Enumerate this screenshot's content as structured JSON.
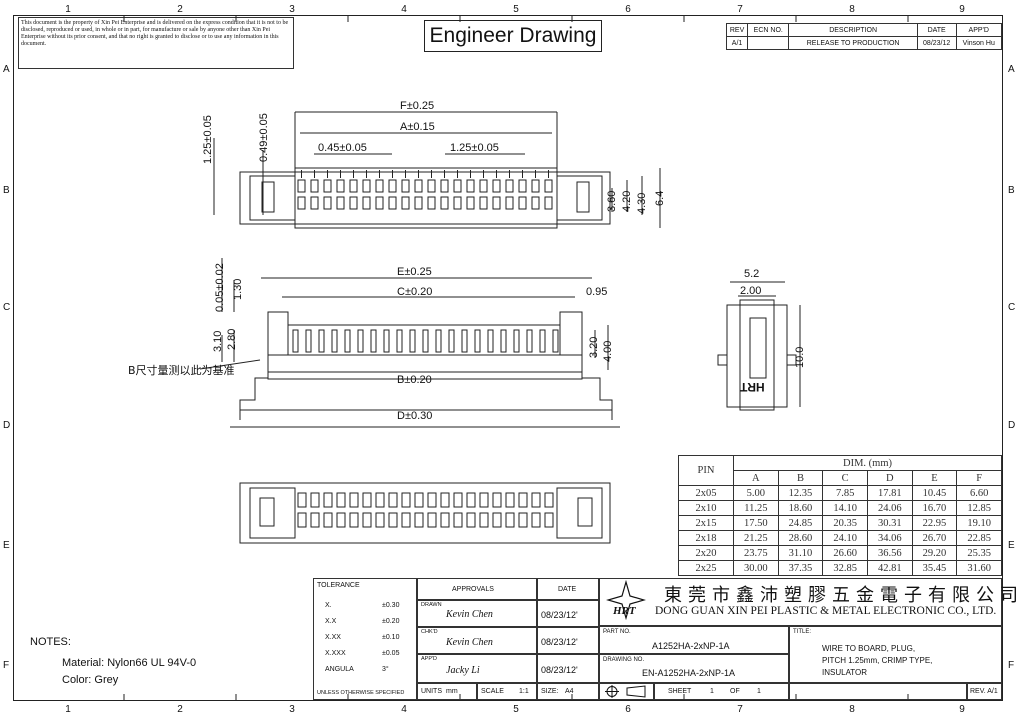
{
  "zones": {
    "top": [
      "1",
      "2",
      "3",
      "4",
      "5",
      "6",
      "7",
      "8",
      "9"
    ],
    "side": [
      "A",
      "B",
      "C",
      "D",
      "E",
      "F"
    ]
  },
  "disclaimer": "This document is the property of Xin Pei Enterprise and is delivered on the express condition that it is not to be disclosed, reproduced or used, in whole or in part, for manufacture or sale by anyone other than Xin Pei Enterprise without its prior consent, and that no right is granted to disclose or to use any information in this document.",
  "title": "Engineer Drawing",
  "revision_table": {
    "headers": [
      "REV",
      "ECN NO.",
      "DESCRIPTION",
      "DATE",
      "APP'D"
    ],
    "row": [
      "A/1",
      "",
      "RELEASE TO PRODUCTION",
      "08/23/12",
      "Vinson Hu"
    ]
  },
  "dims": {
    "top_view": [
      "F±0.25",
      "A±0.15",
      "0.45±0.05",
      "1.25±0.05",
      "1.25±0.05",
      "0.49±0.05",
      "3.60",
      "4.20",
      "4.30",
      "6.4"
    ],
    "front_view": [
      "0.05±0.02",
      "E±0.25",
      "C±0.20",
      "0.95",
      "1.30",
      "3.10",
      "2.80",
      "3.20",
      "4.00",
      "B±0.20",
      "D±0.30"
    ],
    "side_view": [
      "5.2",
      "2.00",
      "10.0"
    ],
    "datum_note": "B尺寸量测以此为基准",
    "side_mark": "HRT"
  },
  "dim_table": {
    "pin_header": "PIN",
    "dim_header": "DIM. (mm)",
    "columns": [
      "A",
      "B",
      "C",
      "D",
      "E",
      "F"
    ],
    "rows": [
      {
        "pin": "2x05",
        "values": [
          "5.00",
          "12.35",
          "7.85",
          "17.81",
          "10.45",
          "6.60"
        ]
      },
      {
        "pin": "2x10",
        "values": [
          "11.25",
          "18.60",
          "14.10",
          "24.06",
          "16.70",
          "12.85"
        ]
      },
      {
        "pin": "2x15",
        "values": [
          "17.50",
          "24.85",
          "20.35",
          "30.31",
          "22.95",
          "19.10"
        ]
      },
      {
        "pin": "2x18",
        "values": [
          "21.25",
          "28.60",
          "24.10",
          "34.06",
          "26.70",
          "22.85"
        ]
      },
      {
        "pin": "2x20",
        "values": [
          "23.75",
          "31.10",
          "26.60",
          "36.56",
          "29.20",
          "25.35"
        ]
      },
      {
        "pin": "2x25",
        "values": [
          "30.00",
          "37.35",
          "32.85",
          "42.81",
          "35.45",
          "31.60"
        ]
      }
    ]
  },
  "tolerance": {
    "header": "TOLERANCE",
    "rows": [
      [
        "X.",
        "±0.30"
      ],
      [
        "X.X",
        "±0.20"
      ],
      [
        "X.XX",
        "±0.10"
      ],
      [
        "X.XXX",
        "±0.05"
      ],
      [
        "ANGULA",
        "3°"
      ]
    ],
    "footer": "UNLESS OTHERWISE SPECIFIED"
  },
  "approvals": {
    "header": "APPROVALS",
    "date_header": "DATE",
    "drawn_label": "DRAWN",
    "drawn": "Kevin Chen",
    "drawn_date": "08/23/12'",
    "chkd_label": "CHK'D",
    "chkd": "Kevin Chen",
    "chkd_date": "08/23/12'",
    "appd_label": "APP'D",
    "appd": "Jacky Li",
    "appd_date": "08/23/12'"
  },
  "units": {
    "units_label": "UNITS",
    "units": "mm",
    "scale_label": "SCALE",
    "scale": "1:1",
    "size_label": "SIZE:",
    "size": "A4"
  },
  "company": {
    "logo": "HRT",
    "name_cn": "東莞市鑫沛塑膠五金電子有限公司",
    "name_en": "DONG GUAN XIN PEI PLASTIC & METAL ELECTRONIC CO., LTD."
  },
  "part": {
    "part_label": "PART NO.",
    "part_no": "A1252HA-2xNP-1A",
    "drawing_label": "DRAWING NO.",
    "drawing_no": "EN-A1252HA-2xNP-1A"
  },
  "title_block": {
    "label": "TITLE:",
    "lines": [
      "WIRE TO BOARD, PLUG,",
      "PITCH 1.25mm, CRIMP TYPE,",
      "INSULATOR"
    ]
  },
  "sheet": {
    "label": "SHEET",
    "num": "1",
    "of": "OF",
    "total": "1"
  },
  "rev_label": "REV. A/1",
  "notes": {
    "label": "NOTES:",
    "material": "Material: Nylon66 UL 94V-0",
    "color": "Color: Grey"
  }
}
